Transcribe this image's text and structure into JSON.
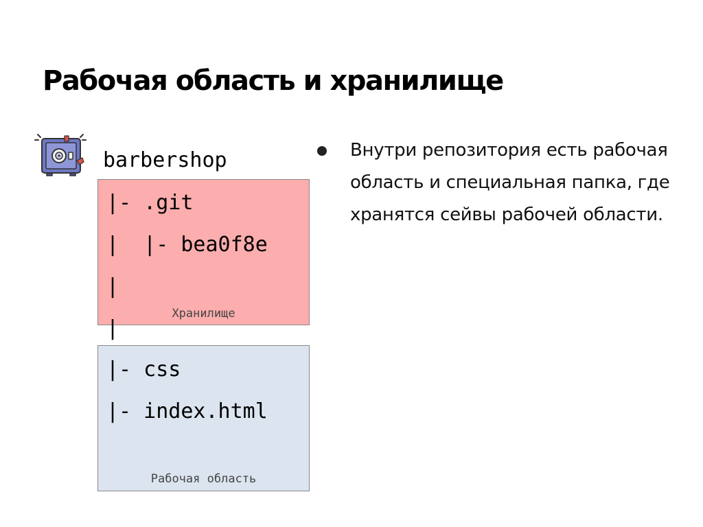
{
  "slide": {
    "title": "Рабочая область и хранилище"
  },
  "repo": {
    "icon": "safe-icon",
    "name": "barbershop"
  },
  "storage": {
    "color": "#fcadad",
    "lines": [
      "|- .git",
      "|  |- bea0f8e",
      "|",
      "|"
    ],
    "caption": "Хранилище"
  },
  "workspace": {
    "color": "#dbe4ef",
    "lines": [
      "|- css",
      "|- index.html"
    ],
    "caption": "Рабочая область"
  },
  "bullets": [
    {
      "text": "Внутри репозитория есть рабочая область и специальная папка, где хранятся сейвы рабочей области."
    }
  ]
}
